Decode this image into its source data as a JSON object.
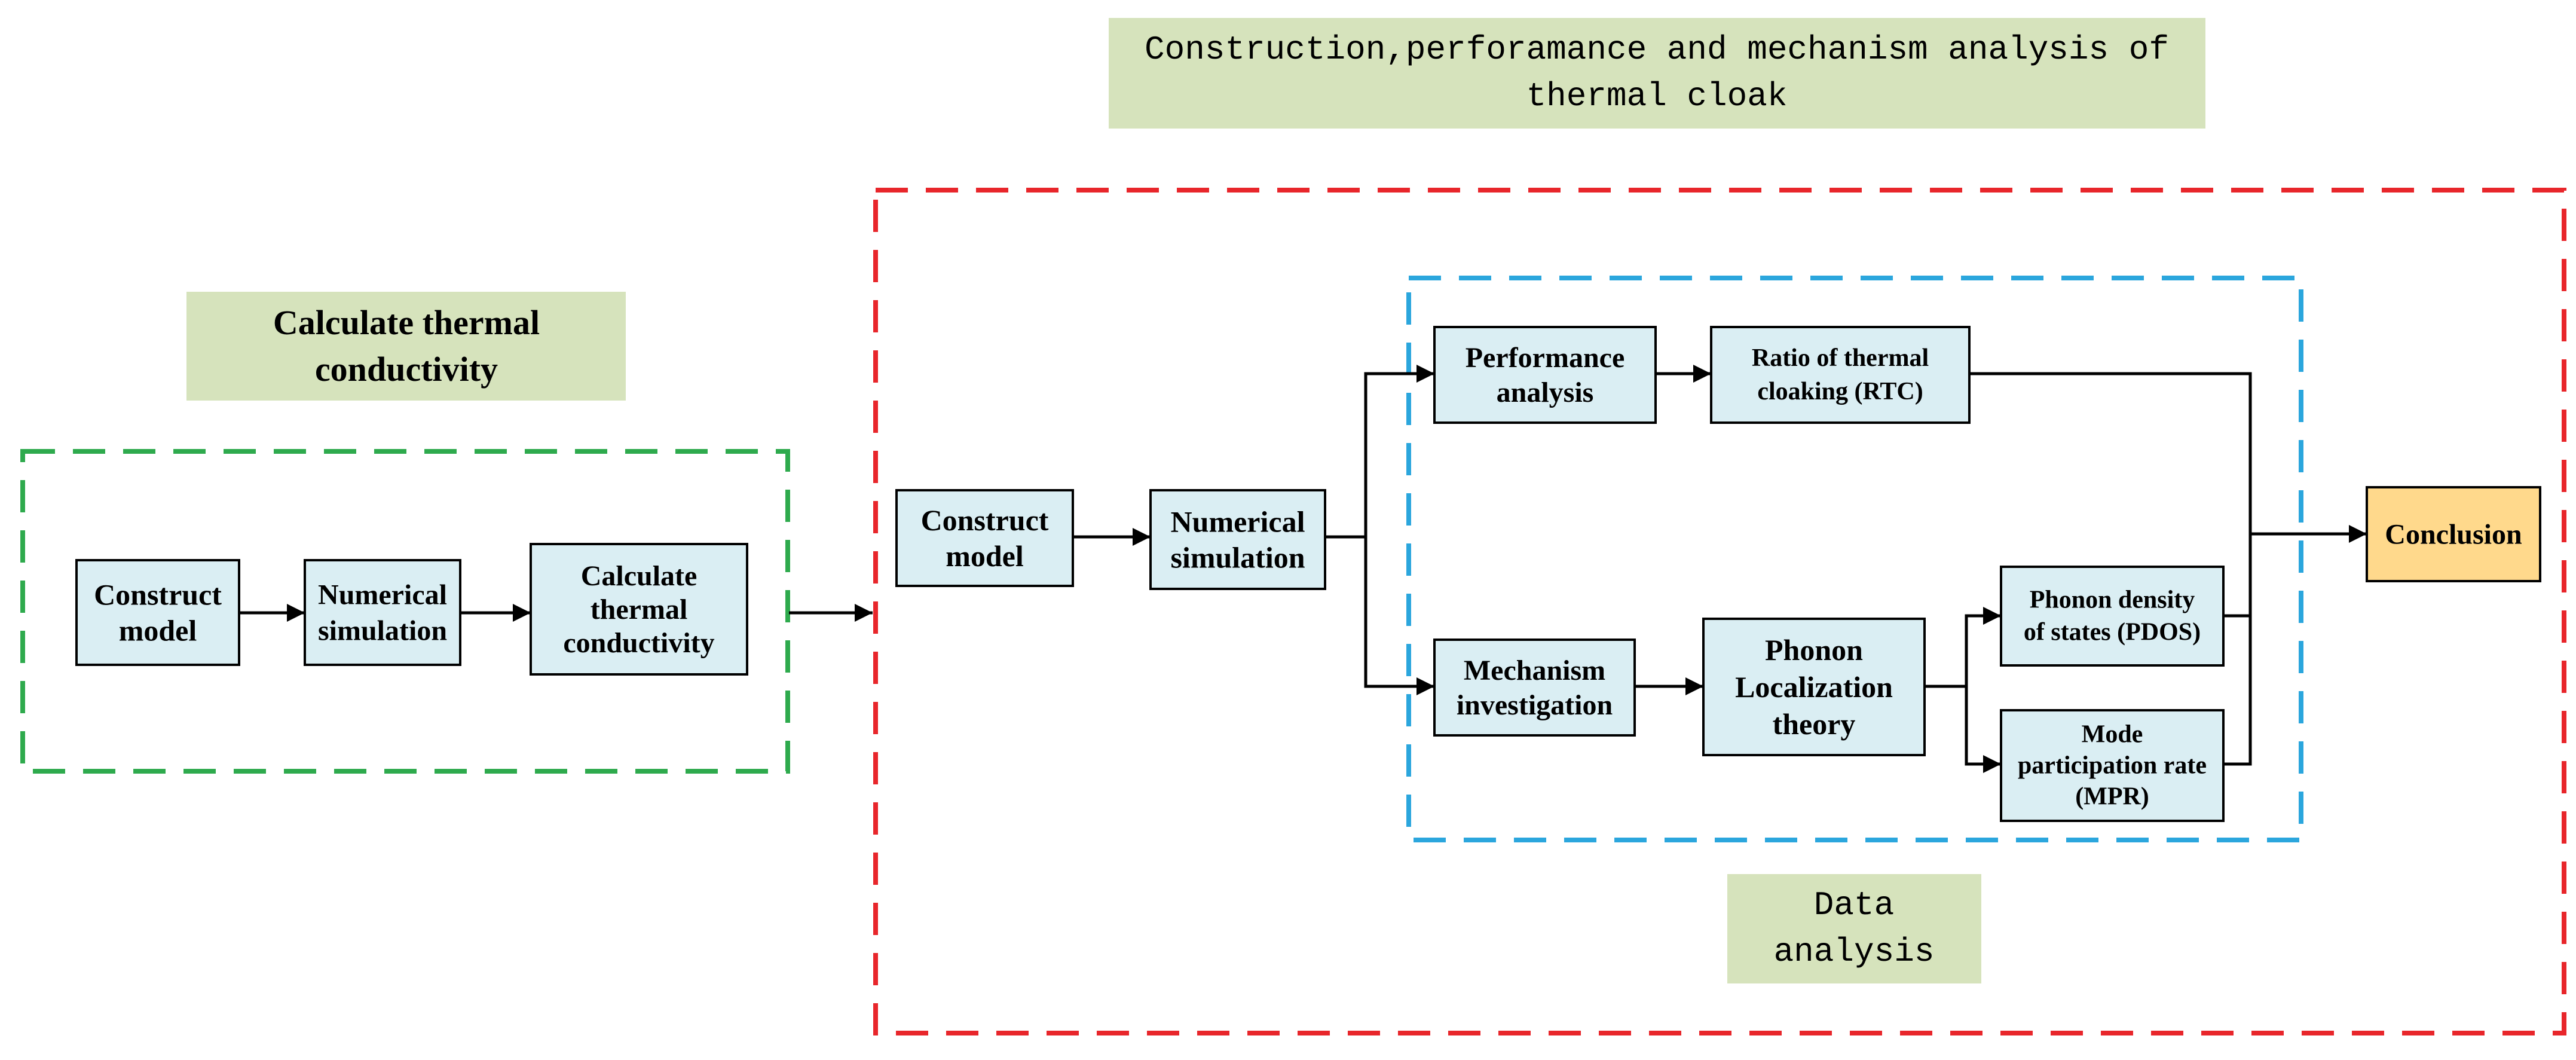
{
  "title_lines": [
    "Construction,perforamance and mechanism analysis of",
    "thermal cloak"
  ],
  "calc_label_lines": [
    "Calculate thermal",
    "conductivity"
  ],
  "data_label_lines": [
    "Data",
    "analysis"
  ],
  "colors": {
    "green_frame": "#2eaa4d",
    "red_frame": "#e8262b",
    "blue_frame": "#2ba6dd",
    "box_fill": "#daeef3",
    "conclusion_fill": "#ffd98c",
    "label_fill": "#d6e3bc"
  },
  "boxes": {
    "construct_model_1": [
      "Construct",
      "model"
    ],
    "numerical_simulation_1": [
      "Numerical",
      "simulation"
    ],
    "calculate_thermal_conductivity": [
      "Calculate",
      "thermal",
      "conductivity"
    ],
    "construct_model_2": [
      "Construct",
      "model"
    ],
    "numerical_simulation_2": [
      "Numerical",
      "simulation"
    ],
    "performance_analysis": [
      "Performance",
      "analysis"
    ],
    "mechanism_investigation": [
      "Mechanism",
      "investigation"
    ],
    "ratio_of_thermal_cloaking": [
      "Ratio of thermal",
      "cloaking (RTC)"
    ],
    "phonon_localization_theory": [
      "Phonon",
      "Localization",
      "theory"
    ],
    "phonon_density_of_states": [
      "Phonon density",
      "of states (PDOS)"
    ],
    "mode_participation_rate": [
      "Mode",
      "participation rate",
      "(MPR)"
    ],
    "conclusion": [
      "Conclusion"
    ]
  }
}
